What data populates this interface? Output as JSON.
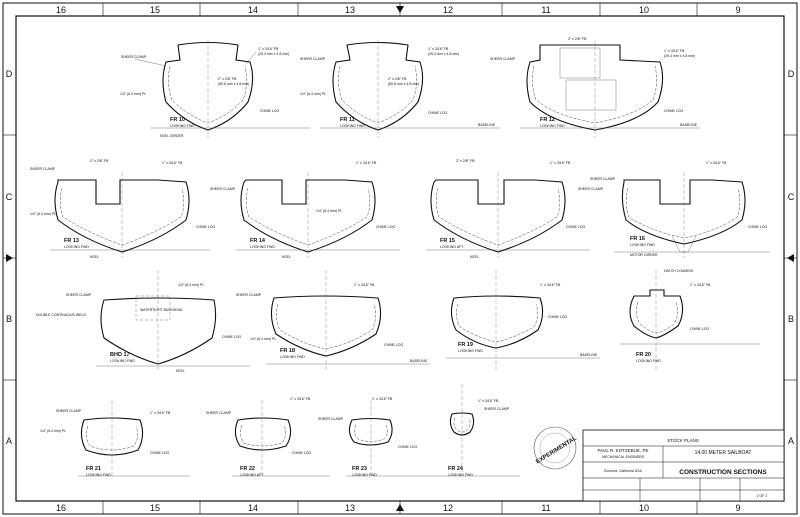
{
  "border": {
    "columns": [
      "16",
      "15",
      "14",
      "13",
      "12",
      "11",
      "10",
      "9"
    ],
    "rows": [
      "D",
      "C",
      "B",
      "A"
    ]
  },
  "frames": [
    {
      "id": "FR 10",
      "sub": "LOOKING FWD"
    },
    {
      "id": "FR 11",
      "sub": "LOOKING FWD"
    },
    {
      "id": "FR 12",
      "sub": "LOOKING FWD"
    },
    {
      "id": "FR 13",
      "sub": "LOOKING FWD"
    },
    {
      "id": "FR 14",
      "sub": "LOOKING FWD"
    },
    {
      "id": "FR 15",
      "sub": "LOOKING AFT"
    },
    {
      "id": "FR 16",
      "sub": "LOOKING FWD"
    },
    {
      "id": "BHD 17",
      "sub": "LOOKING FWD"
    },
    {
      "id": "FR 18",
      "sub": "LOOKING FWD"
    },
    {
      "id": "FR 19",
      "sub": "LOOKING FWD"
    },
    {
      "id": "FR 20",
      "sub": "LOOKING FWD"
    },
    {
      "id": "FR 21",
      "sub": "LOOKING FWD"
    },
    {
      "id": "FR 22",
      "sub": "LOOKING AFT"
    },
    {
      "id": "FR 23",
      "sub": "LOOKING FWD"
    },
    {
      "id": "FR 24",
      "sub": "LOOKING FWD"
    }
  ],
  "labels": {
    "sheer_clamp": "SHEER CLAMP",
    "chine_log": "CHINE LOG",
    "keel": "KEEL",
    "keel_girder": "KEEL GIRDER",
    "baseline": "BASELINE",
    "motor_girder": "MOTOR GIRDER",
    "dim_2x": "2\" x 2/8\" FB",
    "dim_2x_mm": "(50.8 mm x 4.8 mm)",
    "dim_1x": "1\" x 3/16\" FB",
    "dim_1x_mm": "(25.4 mm x 4.8 mm)",
    "plate": "1/4\" (6.4 mm) PL",
    "watertight_bulkhead": "WATERTIGHT BULKHEAD",
    "hatch_coaming": "HATCH COAMING",
    "double_continuous": "DOUBLE CONTINUOUS WELD"
  },
  "title_block": {
    "stock_plans": "STOCK PLANS",
    "project": "14.00 METER SAILBOAT",
    "engineer": "PAUL R. KOTZEBUE, PE",
    "engineer_role": "MECHANICAL ENGINEER",
    "location": "Sonoma, California USA",
    "drawing_title": "CONSTRUCTION SECTIONS",
    "sheet": "2 OF 2"
  },
  "stamp": {
    "text": "EXPERIMENTAL"
  }
}
